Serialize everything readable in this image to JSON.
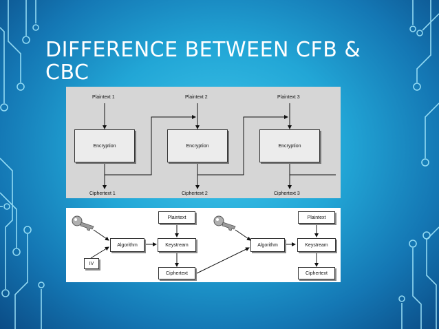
{
  "slide": {
    "title": "DIFFERENCE BETWEEN CFB & CBC"
  },
  "cbc": {
    "plaintexts": [
      "Plaintext 1",
      "Plaintext 2",
      "Plaintext 3"
    ],
    "block_label": "Encryption",
    "ciphertexts": [
      "Ciphertext 1",
      "Ciphertext 2",
      "Ciphertext 3"
    ]
  },
  "cfb": {
    "algorithm": "Algorithm",
    "keystream": "Keystream",
    "plaintext": "Plaintext",
    "ciphertext": "Ciphertext",
    "iv": "IV"
  },
  "colors": {
    "background_center": "#3fc6ea",
    "background_edge": "#0b4c86",
    "circuit": "#a8ecff",
    "top_panel": "#d6d6d6",
    "bottom_panel": "#ffffff"
  }
}
